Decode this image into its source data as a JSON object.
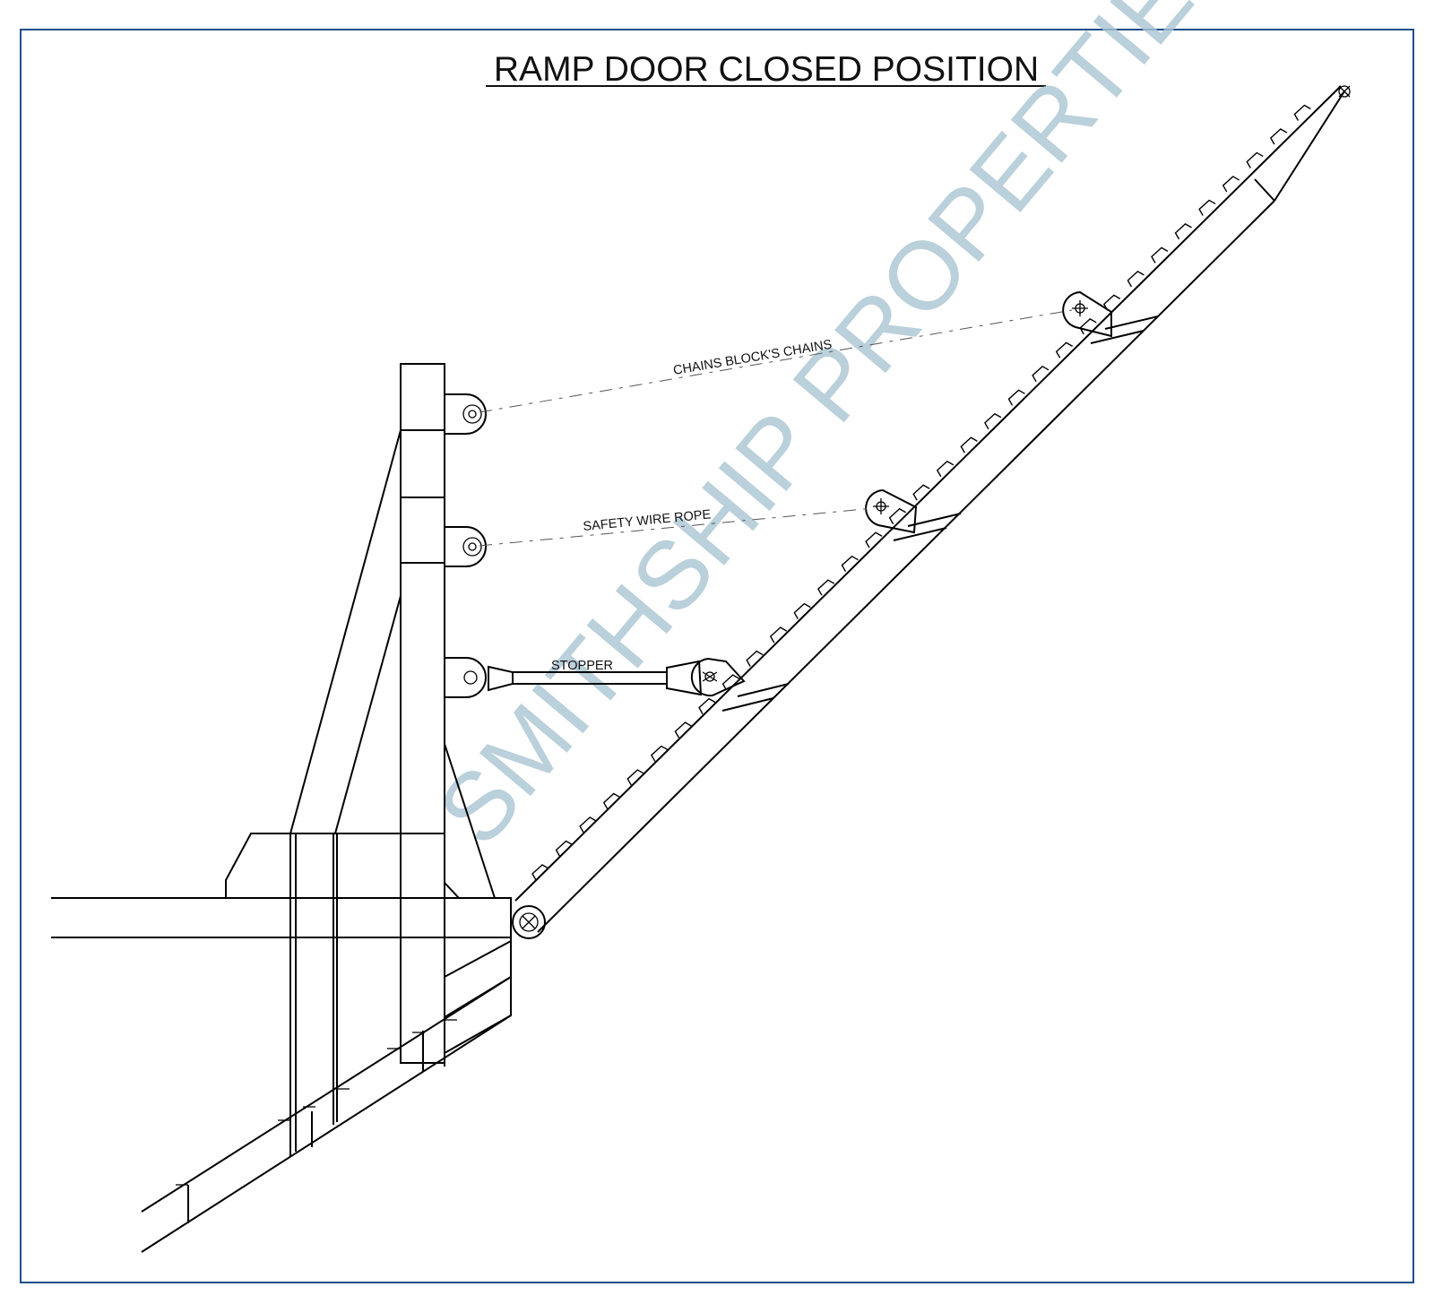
{
  "drawing": {
    "title": "RAMP DOOR CLOSED POSITION",
    "labels": {
      "chains": "CHAINS BLOCK'S CHAINS",
      "safety": "SAFETY WIRE ROPE",
      "stopper": "STOPPER"
    },
    "watermark": "SMITHSHIP PROPERTIES"
  }
}
